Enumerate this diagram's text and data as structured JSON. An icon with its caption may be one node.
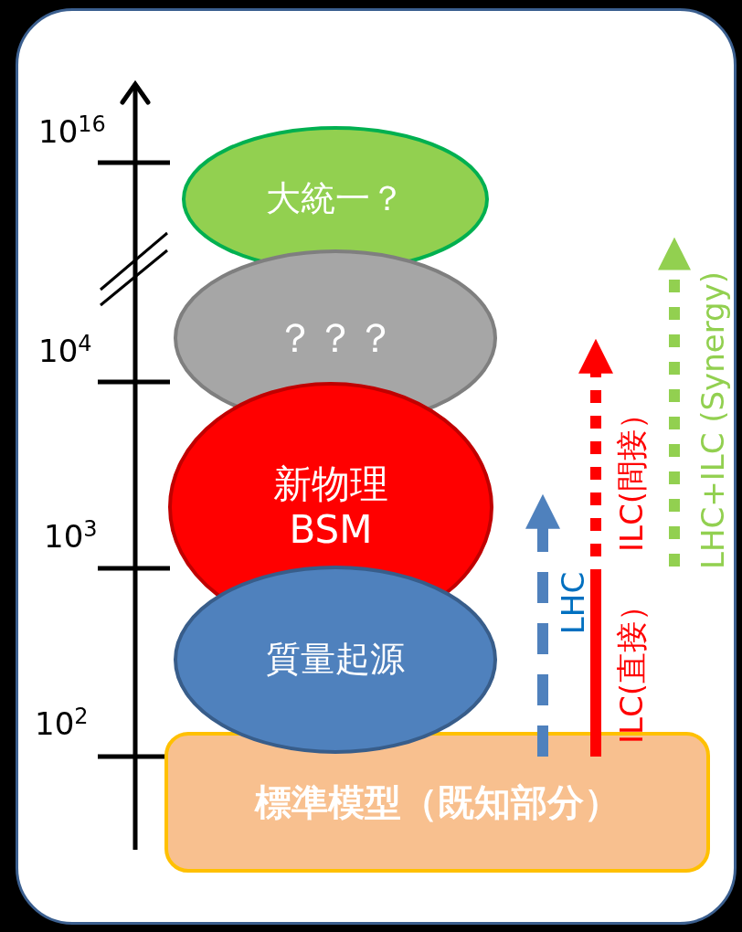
{
  "diagram": {
    "nodes": [
      {
        "text": [
          "大統一？"
        ]
      },
      {
        "text": [
          "？？？"
        ]
      },
      {
        "text": [
          "新物理 BSM"
        ]
      },
      {
        "text": [
          "質量起源"
        ]
      },
      {
        "text": [
          "標準模型（既知部分）"
        ]
      }
    ],
    "edges": [
      {
        "from": 4,
        "to": 2,
        "arrow": "to",
        "style": "dashed",
        "color": "#4f81bd",
        "label": "LHC"
      },
      {
        "from": 4,
        "to": null,
        "arrow": "to",
        "color": "#ff0000",
        "label": "ILC(直接）"
      }
    ],
    "labels": [
      "10$^{16}$",
      "10$^{4}$",
      "10$^{3}$",
      "10$^{2}$",
      "ILC(間接）",
      "LHC+ILC (Synergy)"
    ]
  }
}
